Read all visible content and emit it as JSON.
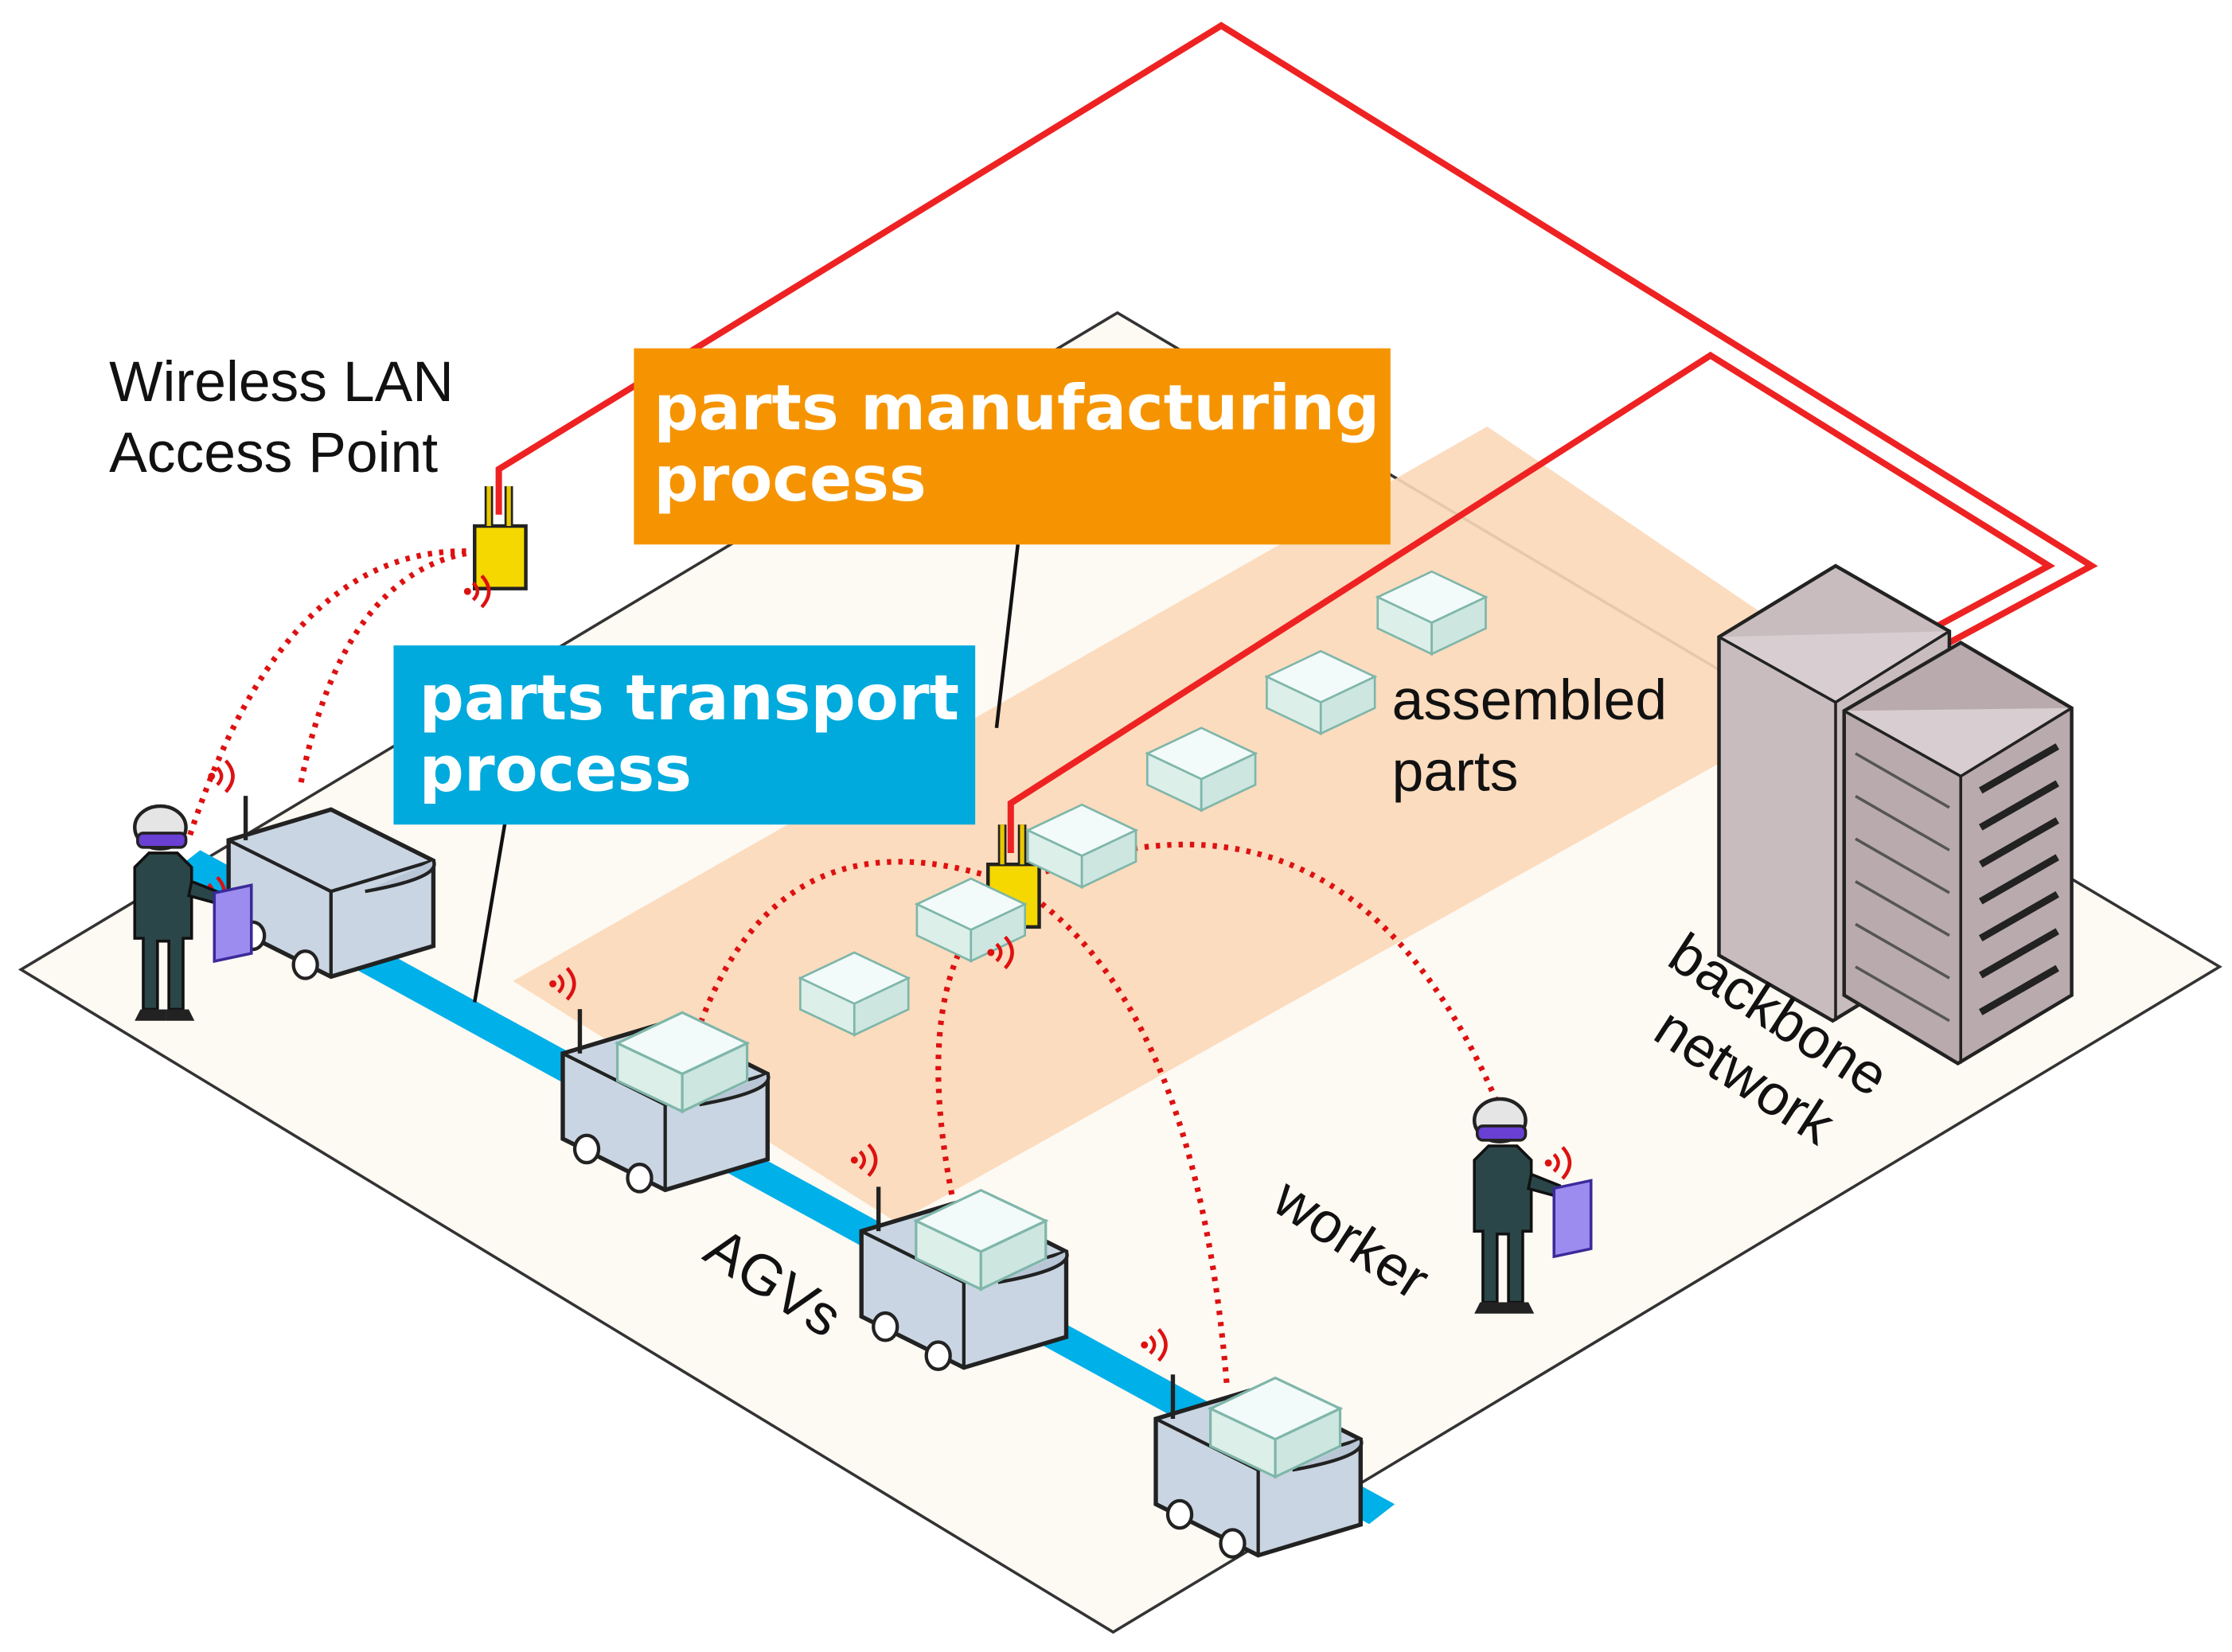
{
  "labels": {
    "access_point_line1": "Wireless LAN",
    "access_point_line2": "Access Point",
    "manufacturing_line1": "parts manufacturing",
    "manufacturing_line2": "process",
    "transport_line1": "parts transport",
    "transport_line2": "process",
    "assembled_line1": "assembled",
    "assembled_line2": "parts",
    "backbone_line1": "backbone",
    "backbone_line2": "network",
    "worker": "worker",
    "agvs": "AGVs"
  },
  "colors": {
    "floor": "#fdf9f3",
    "manufacturing_band": "#fcd8b8",
    "manufacturing_box": "#f59400",
    "transport_box": "#00aadd",
    "transport_lane": "#00b0e8",
    "network_cable": "#ee2222",
    "wireless_link": "#dd1111",
    "access_point": "#f5d800",
    "agv_body": "#c9d5e2",
    "parts_box": "#e3f4f0",
    "server_rack": "#b9aaad",
    "worker_suit": "#2a4648",
    "tablet": "#9c8cf0"
  },
  "icons": [
    "wifi-signal-icon",
    "access-point-icon",
    "server-rack-icon",
    "agv-icon",
    "worker-icon",
    "tablet-icon"
  ]
}
